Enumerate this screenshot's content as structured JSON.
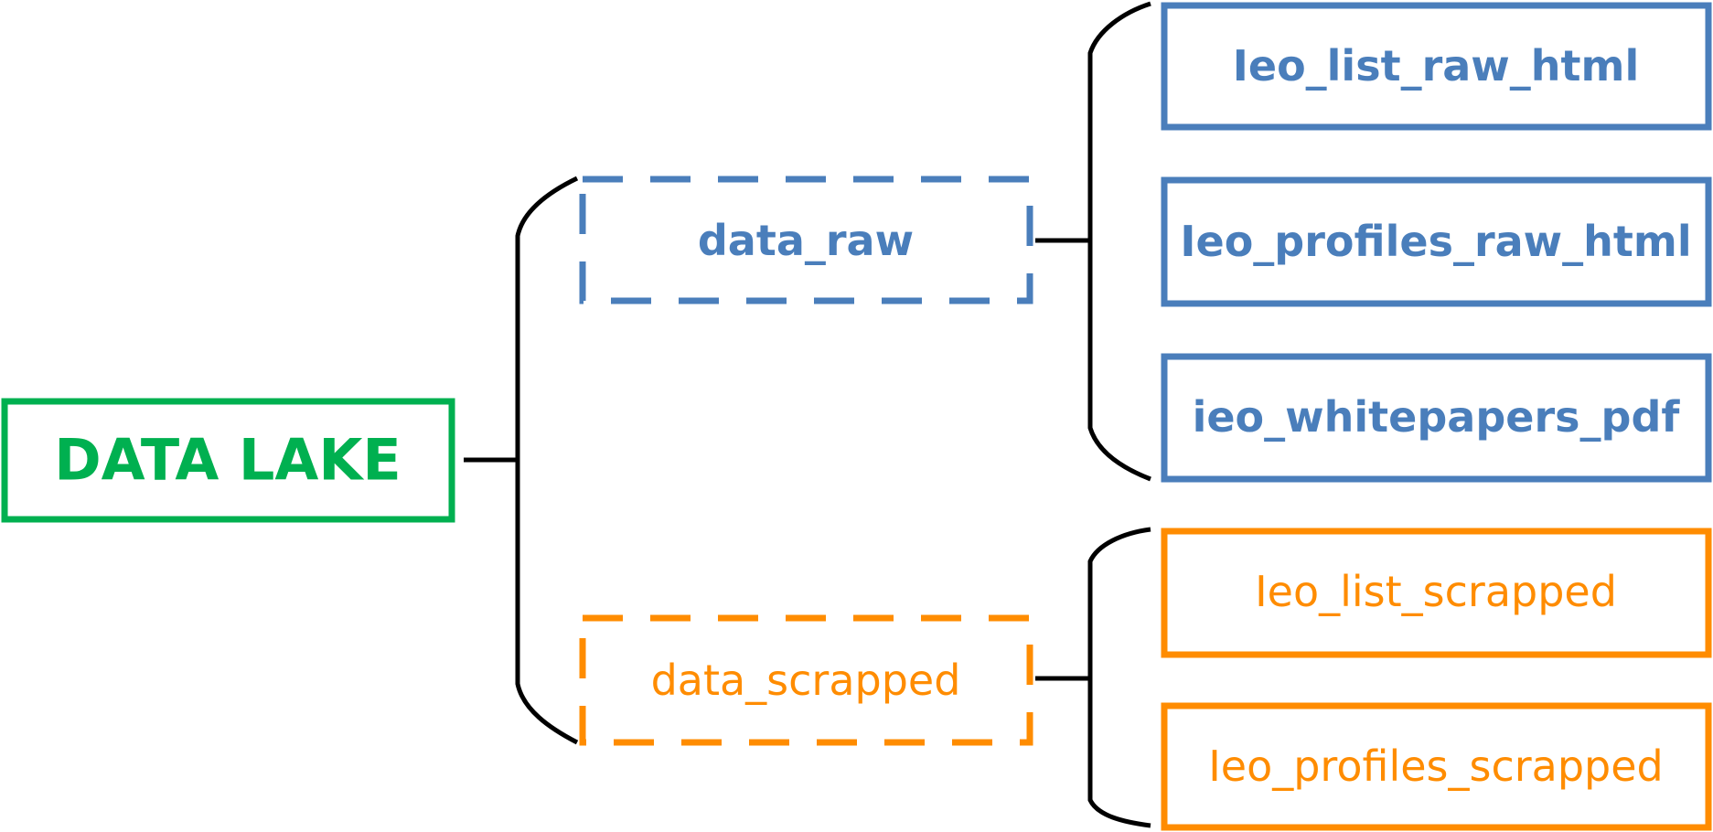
{
  "root": {
    "label": "DATA LAKE",
    "color": "#00B050"
  },
  "branches": [
    {
      "label": "data_raw",
      "color": "#4A7EBB",
      "children": [
        {
          "label": "Ieo_list_raw_html"
        },
        {
          "label": "Ieo_profiles_raw_html"
        },
        {
          "label": "ieo_whitepapers_pdf"
        }
      ]
    },
    {
      "label": "data_scrapped",
      "color": "#FF8C00",
      "children": [
        {
          "label": "Ieo_list_scrapped"
        },
        {
          "label": "Ieo_profiles_scrapped"
        }
      ]
    }
  ],
  "connector_color": "#000000"
}
